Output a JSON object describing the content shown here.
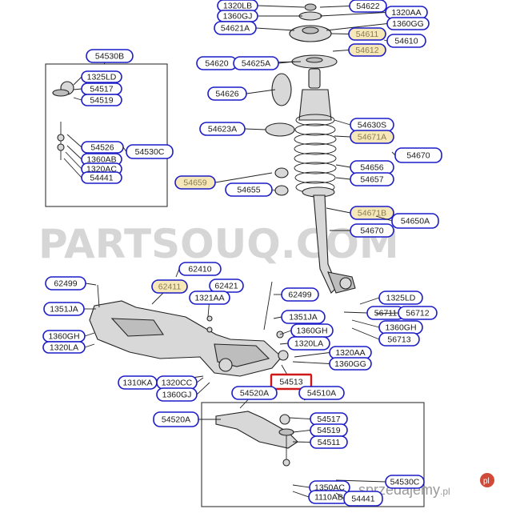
{
  "watermark": "PARTSOUQ.COM",
  "seller_watermark": "sprzedajemy",
  "seller_watermark_suffix": ".pl",
  "colors": {
    "label_border": "#1c1cc8",
    "highlight_fill": "#f6e8b8",
    "selected_border": "#d01818"
  },
  "labels": [
    {
      "id": "54622",
      "text": "54622",
      "style": "normal"
    },
    {
      "id": "1320LB",
      "text": "1320LB",
      "style": "normal"
    },
    {
      "id": "1360GJ-top",
      "text": "1360GJ",
      "style": "normal"
    },
    {
      "id": "54621A",
      "text": "54621A",
      "style": "normal"
    },
    {
      "id": "1320AA-top",
      "text": "1320AA",
      "style": "normal"
    },
    {
      "id": "1360GG-top",
      "text": "1360GG",
      "style": "normal"
    },
    {
      "id": "54611",
      "text": "54611",
      "style": "highlight"
    },
    {
      "id": "54612",
      "text": "54612",
      "style": "highlight"
    },
    {
      "id": "54610",
      "text": "54610",
      "style": "normal"
    },
    {
      "id": "54530B",
      "text": "54530B",
      "style": "normal"
    },
    {
      "id": "1325LD-left",
      "text": "1325LD",
      "style": "normal"
    },
    {
      "id": "54517-left",
      "text": "54517",
      "style": "normal"
    },
    {
      "id": "54519-left",
      "text": "54519",
      "style": "normal"
    },
    {
      "id": "54526",
      "text": "54526",
      "style": "normal"
    },
    {
      "id": "54530C",
      "text": "54530C",
      "style": "normal"
    },
    {
      "id": "1360AB",
      "text": "1360AB",
      "style": "normal"
    },
    {
      "id": "1320AC",
      "text": "1320AC",
      "style": "normal"
    },
    {
      "id": "54441",
      "text": "54441",
      "style": "normal"
    },
    {
      "id": "54620",
      "text": "54620",
      "style": "normal"
    },
    {
      "id": "54625A",
      "text": "54625A",
      "style": "normal"
    },
    {
      "id": "54626",
      "text": "54626",
      "style": "normal"
    },
    {
      "id": "54623A",
      "text": "54623A",
      "style": "normal"
    },
    {
      "id": "54630S",
      "text": "54630S",
      "style": "normal"
    },
    {
      "id": "54671A",
      "text": "54671A",
      "style": "highlight"
    },
    {
      "id": "54670",
      "text": "54670",
      "style": "normal"
    },
    {
      "id": "54656",
      "text": "54656",
      "style": "normal"
    },
    {
      "id": "54657",
      "text": "54657",
      "style": "normal"
    },
    {
      "id": "54659",
      "text": "54659",
      "style": "highlight"
    },
    {
      "id": "54655",
      "text": "54655",
      "style": "normal"
    },
    {
      "id": "54671B",
      "text": "54671B",
      "style": "highlight"
    },
    {
      "id": "54650A",
      "text": "54650A",
      "style": "normal"
    },
    {
      "id": "54670-2",
      "text": "54670",
      "style": "normal"
    },
    {
      "id": "62410",
      "text": "62410",
      "style": "normal"
    },
    {
      "id": "62499-left",
      "text": "62499",
      "style": "normal"
    },
    {
      "id": "62411",
      "text": "62411",
      "style": "highlight"
    },
    {
      "id": "62421",
      "text": "62421",
      "style": "normal"
    },
    {
      "id": "1321AA",
      "text": "1321AA",
      "style": "normal"
    },
    {
      "id": "1351JA-left",
      "text": "1351JA",
      "style": "normal"
    },
    {
      "id": "62499-right",
      "text": "62499",
      "style": "normal"
    },
    {
      "id": "1325LD-right",
      "text": "1325LD",
      "style": "normal"
    },
    {
      "id": "1351JA-right",
      "text": "1351JA",
      "style": "normal"
    },
    {
      "id": "56711",
      "text": "56711",
      "style": "normal"
    },
    {
      "id": "56712",
      "text": "56712",
      "style": "normal"
    },
    {
      "id": "1360GH-left",
      "text": "1360GH",
      "style": "normal"
    },
    {
      "id": "1320LA-left",
      "text": "1320LA",
      "style": "normal"
    },
    {
      "id": "1360GH-mid",
      "text": "1360GH",
      "style": "normal"
    },
    {
      "id": "1360GH-right",
      "text": "1360GH",
      "style": "normal"
    },
    {
      "id": "56713",
      "text": "56713",
      "style": "normal"
    },
    {
      "id": "1320LA-mid",
      "text": "1320LA",
      "style": "normal"
    },
    {
      "id": "1320AA-mid",
      "text": "1320AA",
      "style": "normal"
    },
    {
      "id": "1360GG-mid",
      "text": "1360GG",
      "style": "normal"
    },
    {
      "id": "1310KA",
      "text": "1310KA",
      "style": "normal"
    },
    {
      "id": "1320CC",
      "text": "1320CC",
      "style": "normal"
    },
    {
      "id": "1360GJ-bottom",
      "text": "1360GJ",
      "style": "normal"
    },
    {
      "id": "54513",
      "text": "54513",
      "style": "selected"
    },
    {
      "id": "54520A-top",
      "text": "54520A",
      "style": "normal"
    },
    {
      "id": "54510A",
      "text": "54510A",
      "style": "normal"
    },
    {
      "id": "54520A-left",
      "text": "54520A",
      "style": "normal"
    },
    {
      "id": "54517-bottom",
      "text": "54517",
      "style": "normal"
    },
    {
      "id": "54519-bottom",
      "text": "54519",
      "style": "normal"
    },
    {
      "id": "54511",
      "text": "54511",
      "style": "normal"
    },
    {
      "id": "54530C-bottom",
      "text": "54530C",
      "style": "normal"
    },
    {
      "id": "1350AC",
      "text": "1350AC",
      "style": "normal"
    },
    {
      "id": "1110AB",
      "text": "1110AB",
      "style": "normal"
    },
    {
      "id": "54441-bottom",
      "text": "54441",
      "style": "normal"
    }
  ]
}
